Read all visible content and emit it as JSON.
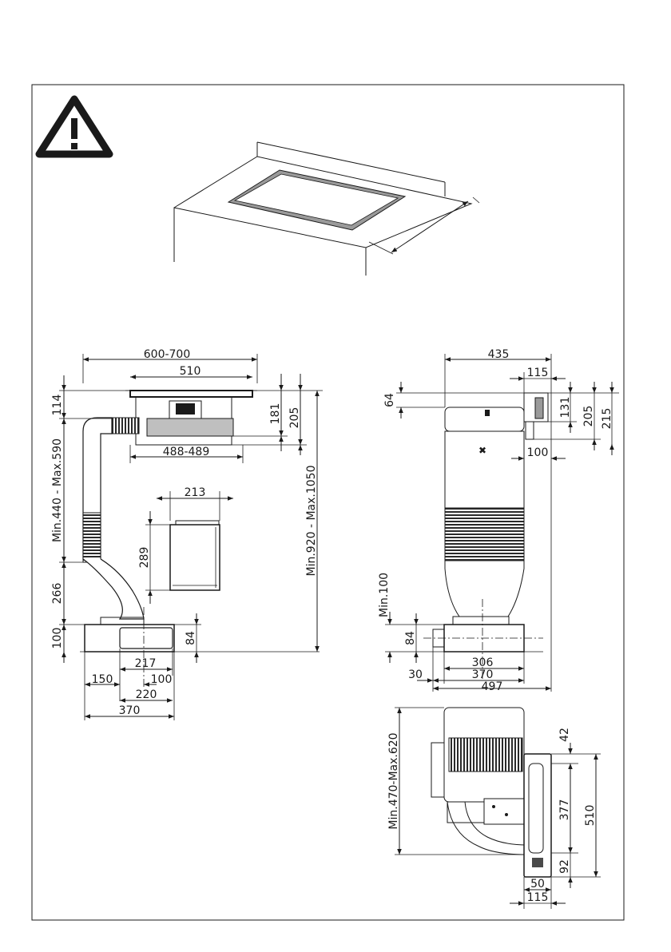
{
  "colors": {
    "ink": "#1a1a1a",
    "paper": "#ffffff",
    "panel": "#9a9a9a",
    "duct": "#3a3a3a"
  },
  "icons": {
    "warning": "warning-triangle-icon"
  },
  "side_view": {
    "width_range": "600-700",
    "hob_width": "510",
    "unit_width": "488-489",
    "top_depth": "114",
    "hob_height": "181",
    "hob_total": "205",
    "duct_range": "Min.440  -  Max.590",
    "box_width": "213",
    "box_height": "289",
    "lower_duct": "266",
    "plinth": "100",
    "outlet_height": "84",
    "total_height": "Min.920  -  Max.1050",
    "outlet_width": "217",
    "offset_left": "150",
    "offset_right": "100",
    "outlet_span": "220",
    "base_width": "370"
  },
  "front_view": {
    "width": "435",
    "connector_width": "115",
    "top_offset": "64",
    "depth_131": "131",
    "depth_205": "205",
    "depth_215": "215",
    "side_100": "100",
    "min_gap": "Min.100",
    "outlet_84": "84",
    "outlet_306": "306",
    "base_370": "370",
    "left_30": "30",
    "total_497": "497"
  },
  "top_view": {
    "range": "Min.470-Max.620",
    "top_42": "42",
    "mid_377": "377",
    "full_510": "510",
    "bottom_92": "92",
    "width_50": "50",
    "width_115": "115"
  }
}
